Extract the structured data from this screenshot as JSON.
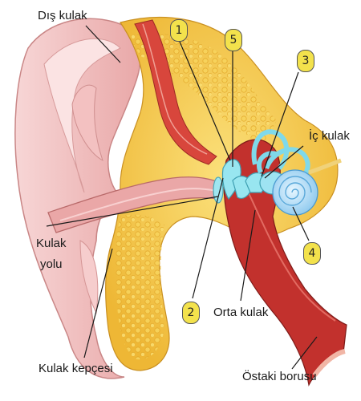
{
  "labels": {
    "outer_ear": "Dış kulak",
    "ear_canal_line1": "Kulak",
    "ear_canal_line2": "yolu",
    "auricle": "Kulak kepçesi",
    "middle_ear": "Orta kulak",
    "inner_ear": "İç kulak",
    "eustachian_tube": "Östaki borusu"
  },
  "markers": [
    "1",
    "2",
    "3",
    "4",
    "5"
  ],
  "colors": {
    "skin": "#f2c4c4",
    "fat": "#f5c842",
    "canal": "#e9a7a7",
    "muscle": "#c9342e",
    "ossicles": "#8fe4ef",
    "cochlea": "#a8d8f5",
    "badge": "#f3e24c"
  }
}
